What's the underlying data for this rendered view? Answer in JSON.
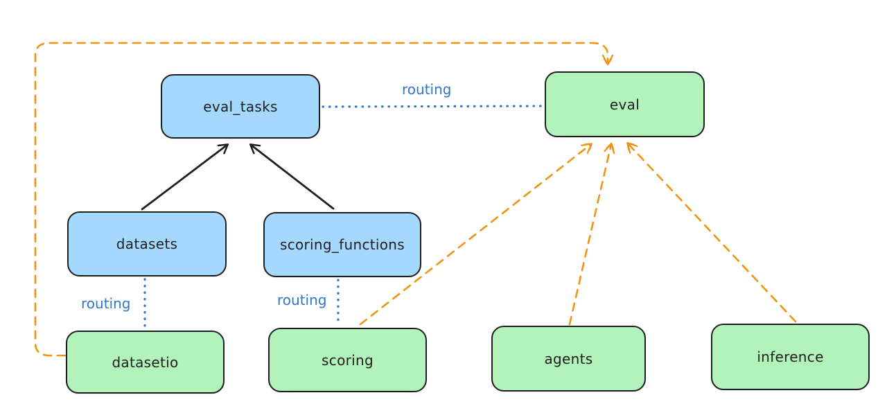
{
  "diagram": {
    "background": "#ffffff",
    "nodes": {
      "eval_tasks": {
        "label": "eval_tasks",
        "fill": "#a5d8ff"
      },
      "eval": {
        "label": "eval",
        "fill": "#b2f2bb"
      },
      "datasets": {
        "label": "datasets",
        "fill": "#a5d8ff"
      },
      "scoring_functions": {
        "label": "scoring_functions",
        "fill": "#a5d8ff"
      },
      "datasetio": {
        "label": "datasetio",
        "fill": "#b2f2bb"
      },
      "scoring": {
        "label": "scoring",
        "fill": "#b2f2bb"
      },
      "agents": {
        "label": "agents",
        "fill": "#b2f2bb"
      },
      "inference": {
        "label": "inference",
        "fill": "#b2f2bb"
      }
    },
    "edges": [
      {
        "from": "datasets",
        "to": "eval_tasks",
        "style": "solid",
        "color": "#1e1e1e",
        "arrow": true,
        "label": ""
      },
      {
        "from": "scoring_functions",
        "to": "eval_tasks",
        "style": "solid",
        "color": "#1e1e1e",
        "arrow": true,
        "label": ""
      },
      {
        "from": "eval_tasks",
        "to": "eval",
        "style": "dotted",
        "color": "#2f76c6",
        "arrow": false,
        "label": "routing"
      },
      {
        "from": "datasets",
        "to": "datasetio",
        "style": "dotted",
        "color": "#2f76c6",
        "arrow": false,
        "label": "routing"
      },
      {
        "from": "scoring_functions",
        "to": "scoring",
        "style": "dotted",
        "color": "#2f76c6",
        "arrow": false,
        "label": "routing"
      },
      {
        "from": "datasetio",
        "to": "eval",
        "style": "dashed",
        "color": "#ef9312",
        "arrow": true,
        "label": ""
      },
      {
        "from": "scoring",
        "to": "eval",
        "style": "dashed",
        "color": "#ef9312",
        "arrow": true,
        "label": ""
      },
      {
        "from": "agents",
        "to": "eval",
        "style": "dashed",
        "color": "#ef9312",
        "arrow": true,
        "label": ""
      },
      {
        "from": "inference",
        "to": "eval",
        "style": "dashed",
        "color": "#ef9312",
        "arrow": true,
        "label": ""
      }
    ],
    "colors": {
      "blue_node_fill": "#a5d8ff",
      "green_node_fill": "#b2f2bb",
      "node_border": "#1e1e1e",
      "routing_blue": "#2f76c6",
      "dashed_orange": "#ef9312",
      "solid_black": "#1e1e1e"
    }
  }
}
